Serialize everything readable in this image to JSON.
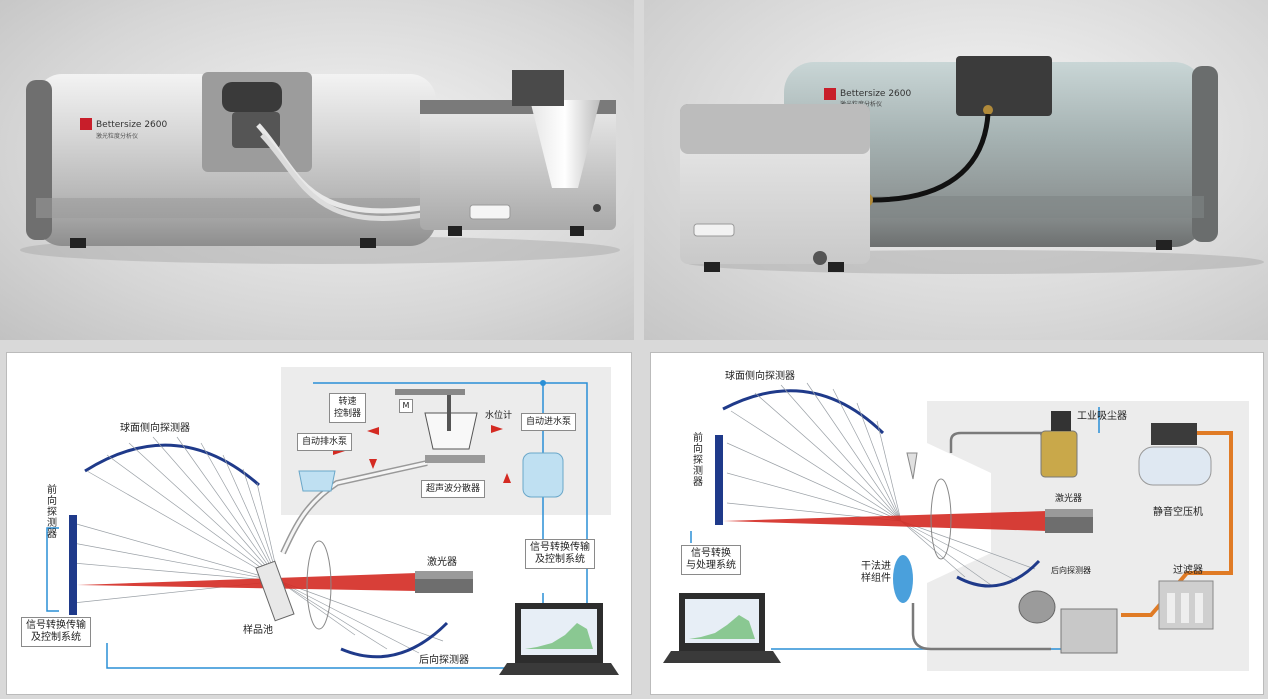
{
  "product_photo_left": {
    "brand": "Bettersize 2600",
    "subtitle": "激光粒度分析仪"
  },
  "product_photo_right": {
    "brand": "Bettersize 2600",
    "subtitle": "激光粒度分析仪"
  },
  "wet_diagram": {
    "side_detector": "球面侧向探测器",
    "forward_detector": "前\n向\n探\n测\n器",
    "speed_control": "转速\n控制器",
    "motor": "M",
    "water_level": "水位计",
    "auto_drain_pump": "自动排水泵",
    "auto_inlet_pump": "自动进水泵",
    "ultrasonic_disperser": "超声波分散器",
    "signal_system_right": "信号转换传输\n及控制系统",
    "signal_system_left": "信号转换传输\n及控制系统",
    "laser": "激光器",
    "sample_cell": "样品池",
    "back_detector": "后向探测器"
  },
  "dry_diagram": {
    "side_detector": "球面侧向探测器",
    "forward_detector": "前\n向\n探\n测\n器",
    "signal_system": "信号转换\n与处理系统",
    "vacuum": "工业吸尘器",
    "compressor": "静音空压机",
    "laser": "激光器",
    "dry_feeder": "干法进\n样组件",
    "back_detector": "后向探测器",
    "filter": "过滤器"
  },
  "colors": {
    "laser_beam": "#d42a22",
    "detector_arc": "#1f3a8a",
    "pipe_blue": "#2a8fd6",
    "pipe_orange": "#e07b25",
    "grey_zone": "#ececec"
  }
}
